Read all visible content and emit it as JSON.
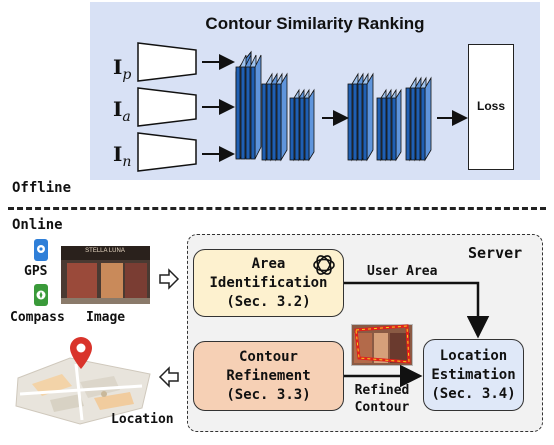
{
  "offline": {
    "title": "Contour Similarity Ranking",
    "inputs": [
      {
        "symbol": "I",
        "sub": "p"
      },
      {
        "symbol": "I",
        "sub": "a"
      },
      {
        "symbol": "I",
        "sub": "n"
      }
    ],
    "loss_label": "Loss"
  },
  "section_labels": {
    "offline": "Offline",
    "online": "Online"
  },
  "online": {
    "gps_label": "GPS",
    "compass_label": "Compass",
    "image_label": "Image",
    "location_label": "Location",
    "shop_sign": "STELLA LUNA"
  },
  "server": {
    "label": "Server",
    "area_identification": "Area\nIdentification\n(Sec. 3.2)",
    "contour_refinement": "Contour\nRefinement\n(Sec. 3.3)",
    "location_estimation": "Location\nEstimation\n(Sec. 3.4)",
    "user_area_label": "User Area",
    "refined_contour_label": "Refined\nContour"
  },
  "colors": {
    "offline_panel": "#d8e1f5",
    "area_module": "#fdf1cf",
    "refinement_module": "#f6d0b5",
    "estimation_module": "#dfe8f8",
    "server_bg": "#f2f2f2",
    "icon_blue": "#2f7fd8",
    "icon_green": "#3a9a3a",
    "pin_red": "#d9342b"
  }
}
